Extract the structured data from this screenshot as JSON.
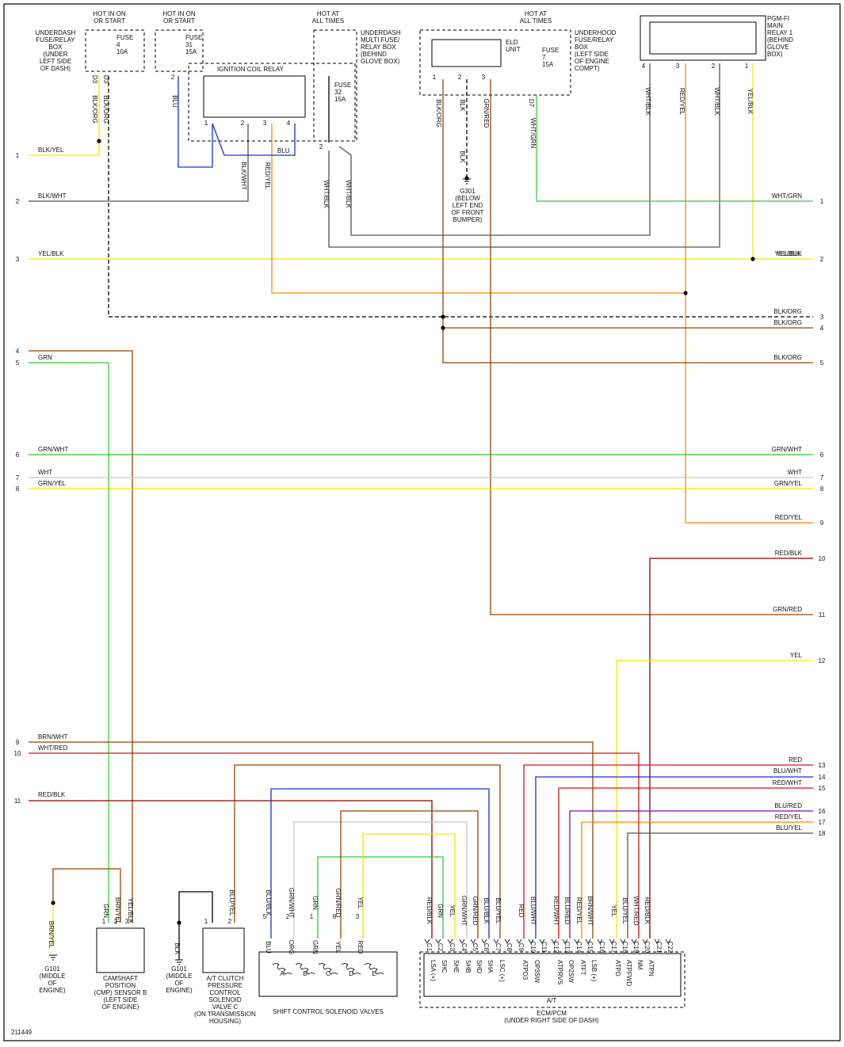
{
  "figure_id": "211449",
  "colors": {
    "blk": "#000000",
    "yel": "#f2e600",
    "grn": "#33cc33",
    "red": "#dd1111",
    "blu": "#1133dd",
    "org": "#ff8800",
    "brn": "#994400",
    "wht": "#c8c8c8",
    "gry": "#555555",
    "vio": "#8800aa",
    "darkred": "#8b0000"
  },
  "components": [
    {
      "id": "underdash-fuse-box",
      "text": "UNDERDASH\nFUSE/RELAY\nBOX\n(UNDER\nLEFT SIDE\nOF DASH)"
    },
    {
      "id": "hot-run-1",
      "text": "HOT IN ON\nOR START"
    },
    {
      "id": "fuse-4",
      "text": "FUSE\n4\n10A"
    },
    {
      "id": "hot-run-2",
      "text": "HOT IN ON\nOR START"
    },
    {
      "id": "fuse-31",
      "text": "FUSE\n31\n15A"
    },
    {
      "id": "ignition-coil-relay",
      "text": "IGNITION COIL RELAY"
    },
    {
      "id": "hot-all-1",
      "text": "HOT AT\nALL TIMES"
    },
    {
      "id": "multi-fuse-box",
      "text": "UNDERDASH\nMULTI FUSE/\nRELAY BOX\n(BEHIND\nGLOVE BOX)"
    },
    {
      "id": "fuse-32",
      "text": "FUSE\n32\n15A"
    },
    {
      "id": "hot-all-2",
      "text": "HOT AT\nALL TIMES"
    },
    {
      "id": "eld-unit",
      "text": "ELD\nUNIT"
    },
    {
      "id": "fuse-7",
      "text": "FUSE\n7\n15A"
    },
    {
      "id": "underhood-box",
      "text": "UNDERHOOD\nFUSE/RELAY\nBOX\n(LEFT SIDE\nOF ENGINE\nCOMPT)"
    },
    {
      "id": "pgm-fi-relay",
      "text": "PGM-FI\nMAIN\nRELAY 1\n(BEHIND\nGLOVE\nBOX)"
    },
    {
      "id": "g301",
      "text": "G301\n(BELOW\nLEFT END\nOF FRONT\nBUMPER)"
    },
    {
      "id": "g101-a",
      "text": "G101\n(MIDDLE\nOF\nENGINE)"
    },
    {
      "id": "cmp-sensor",
      "text": "CAMSHAFT\nPOSITION\n(CMP) SENSOR B\n(LEFT SIDE\nOF ENGINE)"
    },
    {
      "id": "g101-b",
      "text": "G101\n(MIDDLE\nOF\nENGINE)"
    },
    {
      "id": "clutch-solenoid",
      "text": "A/T CLUTCH\nPRESSURE\nCONTROL\nSOLENOID\nVALVE C\n(ON TRANSMISSION\nHOUSING)"
    },
    {
      "id": "shift-solenoids",
      "text": "SHIFT CONTROL SOLENOID VALVES"
    },
    {
      "id": "ecm",
      "text": "ECM/PCM\n(UNDER RIGHT SIDE OF DASH)"
    },
    {
      "id": "at-label",
      "text": "A/T"
    }
  ],
  "left_nums": [
    "1",
    "2",
    "3",
    "4",
    "5",
    "6",
    "7",
    "8",
    "9",
    "10",
    "11"
  ],
  "right_nums": [
    "1",
    "2",
    "3",
    "4",
    "5",
    "6",
    "7",
    "8",
    "9",
    "10",
    "11",
    "12",
    "13",
    "14",
    "15",
    "16",
    "17",
    "18"
  ],
  "wire_labels": [
    "BLK/ORG",
    "BLK/ORG",
    "BLU",
    "BLK/YEL",
    "BLK/WHT",
    "YEL/BLK",
    "YEL/BLK",
    "GRN",
    "GRN/WHT",
    "WHT",
    "GRN/YEL",
    "BRN/WHT",
    "WHT/RED",
    "RED/BLK",
    "BLK/WHT",
    "RED/YEL",
    "BLU",
    "WHT/BLK",
    "WHT/BLK",
    "BLK/ORG",
    "BLK",
    "GRN/RED",
    "BLK",
    "WHT/GRN",
    "WHT/BLK",
    "RED/YEL",
    "WHT/BLK",
    "YEL/BLK",
    "WHT/GRN",
    "YEL/BLK",
    "BLK/ORG",
    "BLK/ORG",
    "BLK/ORG",
    "GRN/WHT",
    "WHT",
    "GRN/YEL",
    "RED/YEL",
    "RED/BLK",
    "GRN/RED",
    "YEL",
    "RED",
    "BLU/WHT",
    "RED/WHT",
    "BLU/RED",
    "RED/YEL",
    "BLU/YEL",
    "BRN/YEL",
    "GRN",
    "BRN/YEL",
    "YEL/BLK",
    "BLK",
    "BLU/YEL",
    "BLU/BLK",
    "GRN/WHT",
    "GRN",
    "GRN/RED",
    "YEL",
    "BLU",
    "ORG",
    "GRN",
    "YEL",
    "RED",
    "RED/BLK",
    "GRN",
    "YEL",
    "GRN/WHT",
    "GRN/RED",
    "BLU/BLK",
    "BLU/YEL",
    "RED",
    "BLU/WHT",
    "RED/WHT",
    "BLU/RED",
    "RED/YEL",
    "BRN/WHT",
    "YEL",
    "BLU/YEL",
    "WHT/RED",
    "RED/BLK"
  ],
  "pins": [
    "D3",
    "D3",
    "2",
    "1",
    "2",
    "3",
    "4",
    "2",
    "1",
    "2",
    "3",
    "D7",
    "4",
    "3",
    "2",
    "1",
    "1",
    "2",
    "3",
    "1",
    "2",
    "5",
    "2",
    "1",
    "8",
    "3",
    "C1",
    "C2",
    "C3",
    "C4",
    "C5",
    "C6",
    "C7",
    "C8",
    "C9",
    "C10",
    "C11",
    "C12",
    "C13",
    "C14",
    "C15",
    "C16",
    "C17",
    "C18",
    "C19",
    "C20",
    "C21",
    "C22"
  ],
  "solenoids": [
    "A",
    "B",
    "C",
    "D",
    "E"
  ],
  "ecm_pins": [
    "LSA (+)",
    "SHC",
    "SHE",
    "SHB",
    "SHD",
    "SHA",
    "LSC (+)",
    "ATPD3",
    "OP3SW",
    "ATPRVS",
    "OP2SW",
    "ATFT",
    "LSB (+)",
    "ATPD",
    "ATPFWD",
    "NM",
    "ATPN"
  ]
}
